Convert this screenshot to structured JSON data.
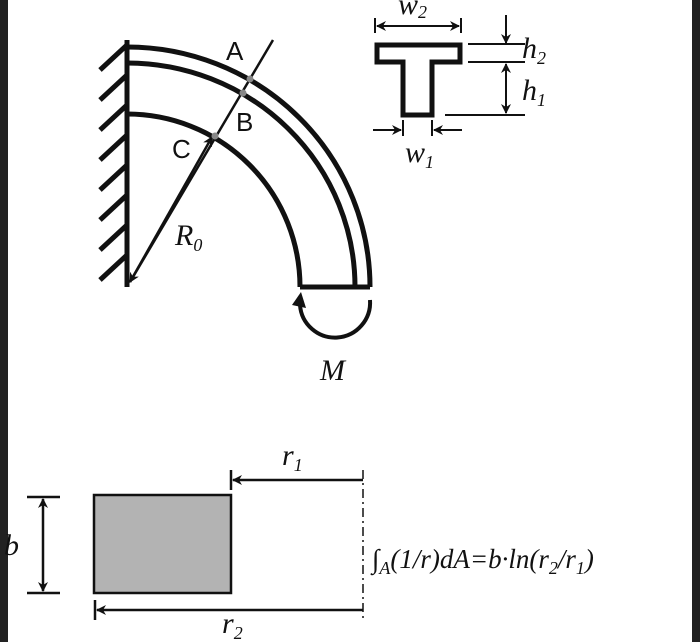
{
  "labels": {
    "point_a": "A",
    "point_b": "B",
    "point_c": "C",
    "radius": "R",
    "radius_sub": "0",
    "moment": "M",
    "w2": "w",
    "w2_sub": "2",
    "w1": "w",
    "w1_sub": "1",
    "h2": "h",
    "h2_sub": "2",
    "h1": "h",
    "h1_sub": "1",
    "b": "b",
    "r1": "r",
    "r1_sub": "1",
    "r2": "r",
    "r2_sub": "2"
  },
  "formula": "∫A(1/r)dA=b·ln(r2/r1)",
  "formula_parts": {
    "integral": "∫",
    "int_sub": "A",
    "body": "(1/r)dA=b·ln(r",
    "s2": "2",
    "mid": "/r",
    "s1": "1",
    "end": ")"
  },
  "colors": {
    "line": "#111111",
    "section_fill": "#b3b3b3",
    "point": "#888888",
    "border": "#222222"
  }
}
